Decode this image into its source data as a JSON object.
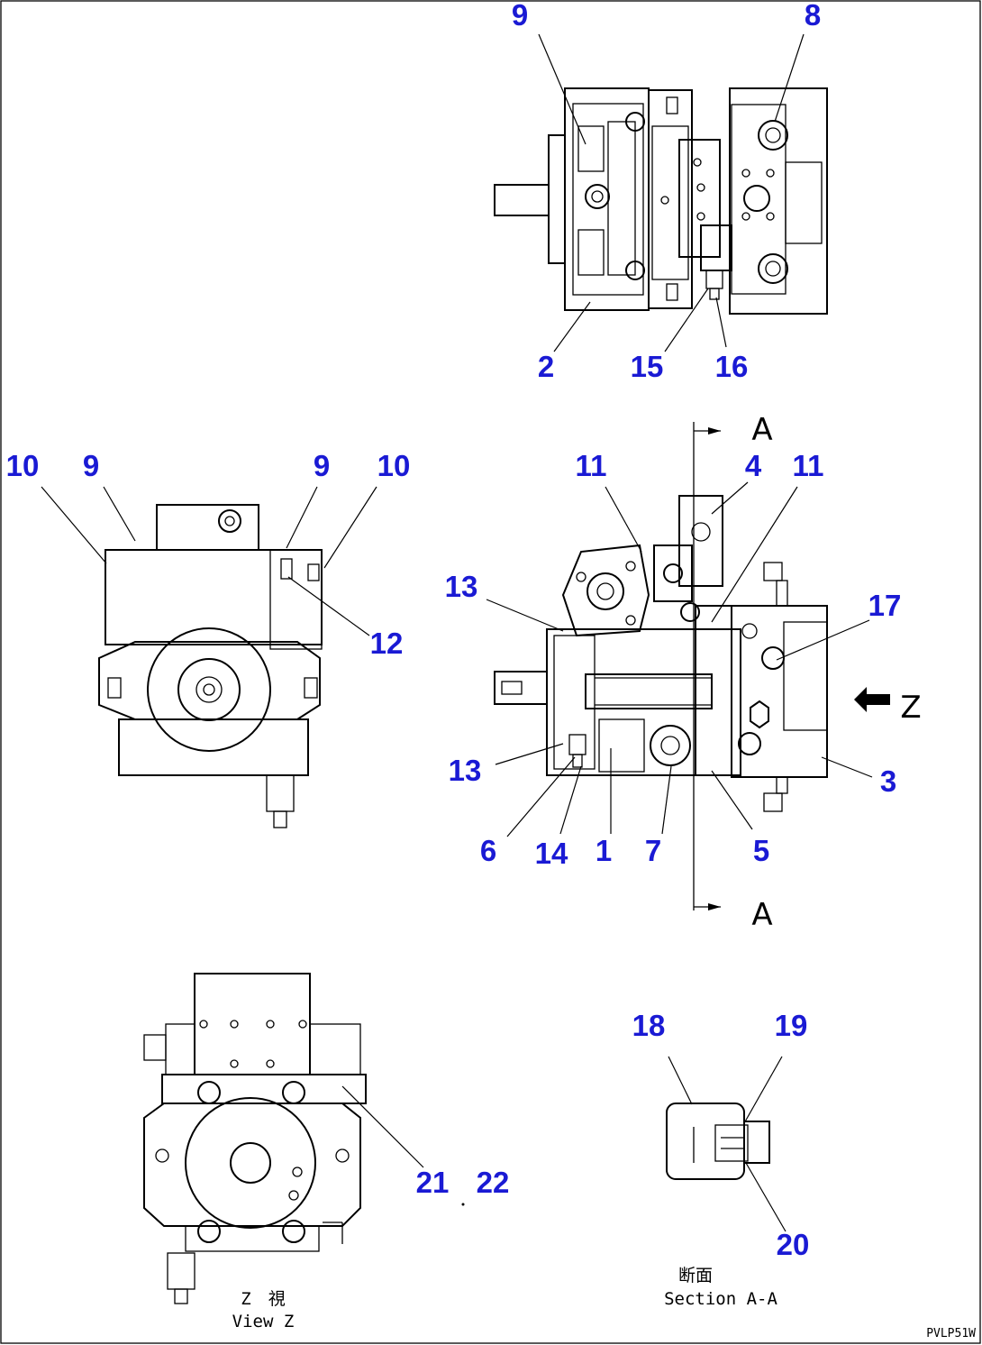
{
  "callouts": [
    {
      "id": "top-9",
      "text": "9"
    },
    {
      "id": "top-8",
      "text": "8"
    },
    {
      "id": "top-2",
      "text": "2"
    },
    {
      "id": "top-15",
      "text": "15"
    },
    {
      "id": "top-16",
      "text": "16"
    },
    {
      "id": "left-10a",
      "text": "10"
    },
    {
      "id": "left-9a",
      "text": "9"
    },
    {
      "id": "left-9b",
      "text": "9"
    },
    {
      "id": "left-10b",
      "text": "10"
    },
    {
      "id": "left-12",
      "text": "12"
    },
    {
      "id": "main-11a",
      "text": "11"
    },
    {
      "id": "main-4",
      "text": "4"
    },
    {
      "id": "main-11b",
      "text": "11"
    },
    {
      "id": "main-13a",
      "text": "13"
    },
    {
      "id": "main-17",
      "text": "17"
    },
    {
      "id": "main-13b",
      "text": "13"
    },
    {
      "id": "main-3",
      "text": "3"
    },
    {
      "id": "main-6",
      "text": "6"
    },
    {
      "id": "main-14",
      "text": "14"
    },
    {
      "id": "main-1",
      "text": "1"
    },
    {
      "id": "main-7",
      "text": "7"
    },
    {
      "id": "main-5",
      "text": "5"
    },
    {
      "id": "bot-21",
      "text": "21"
    },
    {
      "id": "bot-22",
      "text": "22"
    },
    {
      "id": "bot-18",
      "text": "18"
    },
    {
      "id": "bot-19",
      "text": "19"
    },
    {
      "id": "bot-20",
      "text": "20"
    }
  ],
  "section_marks": {
    "top": "A",
    "bottom": "A",
    "view_arrow": "Z"
  },
  "captions": {
    "view_z_jp": "Z　視",
    "view_z": "View Z",
    "section_jp": "断面",
    "section": "Section A-A"
  },
  "drawing_code": "PVLP51W",
  "colors": {
    "callout": "#1a1ad4",
    "line": "#000000",
    "background": "#ffffff"
  }
}
